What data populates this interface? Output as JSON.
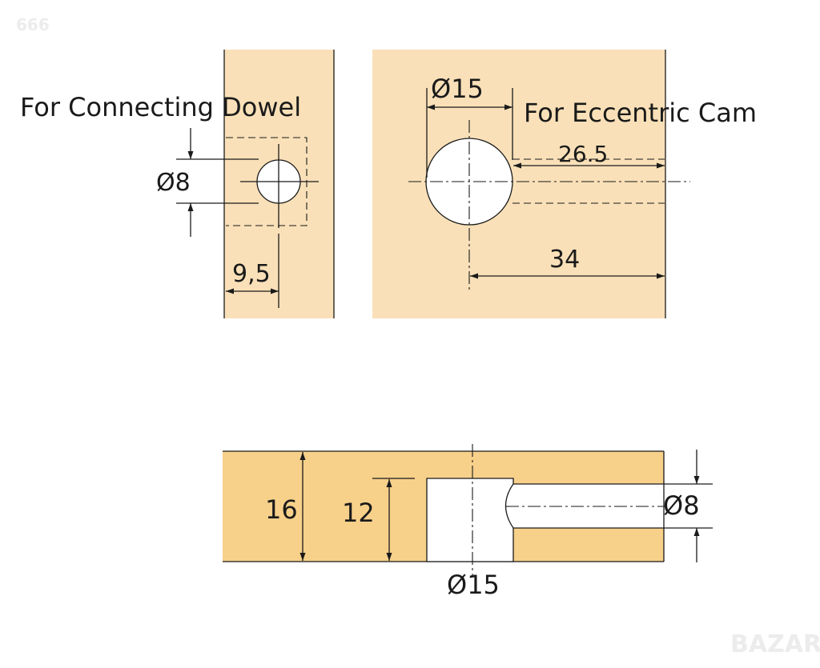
{
  "watermark_top": "666",
  "watermark_bottom": "BAZAR",
  "colors": {
    "panel_top": "#f9e0b8",
    "panel_bottom": "#f7d08a",
    "line": "#1a1a1a"
  },
  "dowel": {
    "title": "For Connecting Dowel",
    "diameter": "Ø8",
    "offset": "9,5"
  },
  "cam": {
    "title": "For Eccentric Cam",
    "diameter": "Ø15",
    "bore_distance": "26.5",
    "edge_distance": "34"
  },
  "section": {
    "thickness": "16",
    "depth": "12",
    "bore_diameter": "Ø8",
    "cam_diameter": "Ø15"
  }
}
